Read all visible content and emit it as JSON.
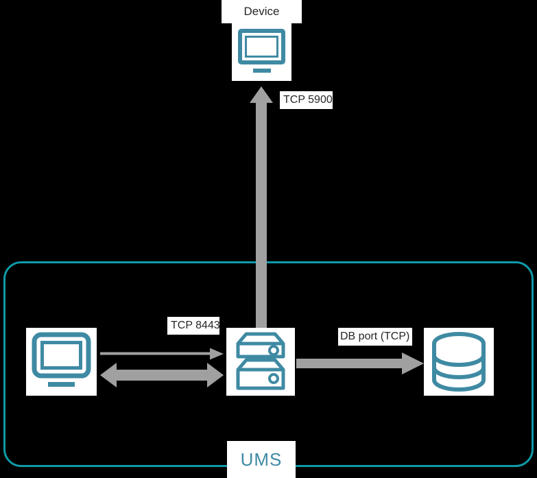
{
  "diagram": {
    "title_label": "Device",
    "container_label": "UMS",
    "connections": [
      {
        "id": "device-link",
        "label": "TCP 5900",
        "direction": "up",
        "protocol": "TCP",
        "port": "5900"
      },
      {
        "id": "client-link",
        "label": "TCP 8443",
        "direction": "bidirectional",
        "protocol": "TCP",
        "port": "8443"
      },
      {
        "id": "db-link",
        "label": "DB port (TCP)",
        "direction": "right",
        "protocol": "TCP",
        "port": "DB port"
      }
    ],
    "nodes": [
      {
        "id": "device",
        "icon": "monitor-icon",
        "label": "Device"
      },
      {
        "id": "client",
        "icon": "monitor-icon",
        "label": ""
      },
      {
        "id": "server",
        "icon": "server-icon",
        "label": ""
      },
      {
        "id": "database",
        "icon": "database-icon",
        "label": ""
      }
    ],
    "colors": {
      "background": "#000000",
      "icon_teal": "#3f8aa3",
      "container_teal": "#0f9aa8",
      "arrow_gray": "#a0a0a0",
      "chip_background": "#ffffff",
      "chip_text": "#262626"
    }
  }
}
